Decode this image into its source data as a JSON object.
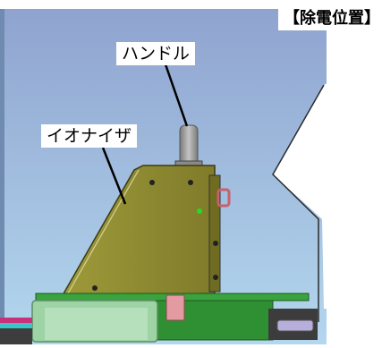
{
  "title": "【除電位置】",
  "labels": {
    "handle": "ハンドル",
    "ionizer": "イオナイザ"
  },
  "colors": {
    "sky_top": "#8fa3cf",
    "sky_bottom": "#b3d7ee",
    "ionizer_body": "#8f8b32",
    "handle": "#9a9a9a",
    "green_base": "#2f8f33",
    "light_green_tray": "#9ed3a6",
    "pink_clamp": "#e39aa0"
  }
}
